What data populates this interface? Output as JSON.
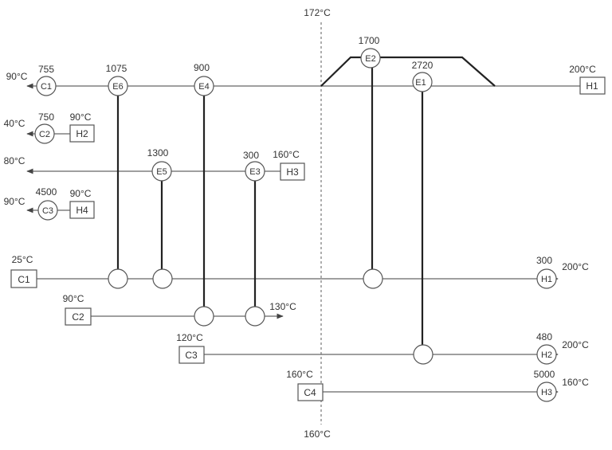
{
  "pinch": {
    "top_label": "172°C",
    "bottom_label": "160°C"
  },
  "hot_streams": [
    {
      "id": "H1",
      "label": "H1",
      "inlet": "200°C",
      "outlet": "90°C",
      "cooler": {
        "label": "C1",
        "duty": "755"
      }
    },
    {
      "id": "H2",
      "label": "H2",
      "inlet": "90°C",
      "outlet": "40°C",
      "cooler": {
        "label": "C2",
        "duty": "750"
      }
    },
    {
      "id": "H3",
      "label": "H3",
      "inlet": "160°C",
      "outlet": "80°C"
    },
    {
      "id": "H4",
      "label": "H4",
      "inlet": "90°C",
      "outlet": "90°C",
      "cooler": {
        "label": "C3",
        "duty": "4500"
      }
    }
  ],
  "cold_streams": [
    {
      "id": "C1",
      "label": "C1",
      "inlet": "25°C",
      "outlet": "200°C",
      "heater": {
        "label": "H1",
        "duty": "300"
      }
    },
    {
      "id": "C2",
      "label": "C2",
      "inlet": "90°C",
      "outlet": "130°C"
    },
    {
      "id": "C3",
      "label": "C3",
      "inlet": "120°C",
      "outlet": "200°C",
      "heater": {
        "label": "H2",
        "duty": "480"
      }
    },
    {
      "id": "C4",
      "label": "C4",
      "inlet": "160°C",
      "outlet": "160°C",
      "heater": {
        "label": "H3",
        "duty": "5000"
      }
    }
  ],
  "exchangers": [
    {
      "label": "E1",
      "duty": "2720"
    },
    {
      "label": "E2",
      "duty": "1700"
    },
    {
      "label": "E3",
      "duty": "300"
    },
    {
      "label": "E4",
      "duty": "900"
    },
    {
      "label": "E5",
      "duty": "1300"
    },
    {
      "label": "E6",
      "duty": "1075"
    }
  ]
}
